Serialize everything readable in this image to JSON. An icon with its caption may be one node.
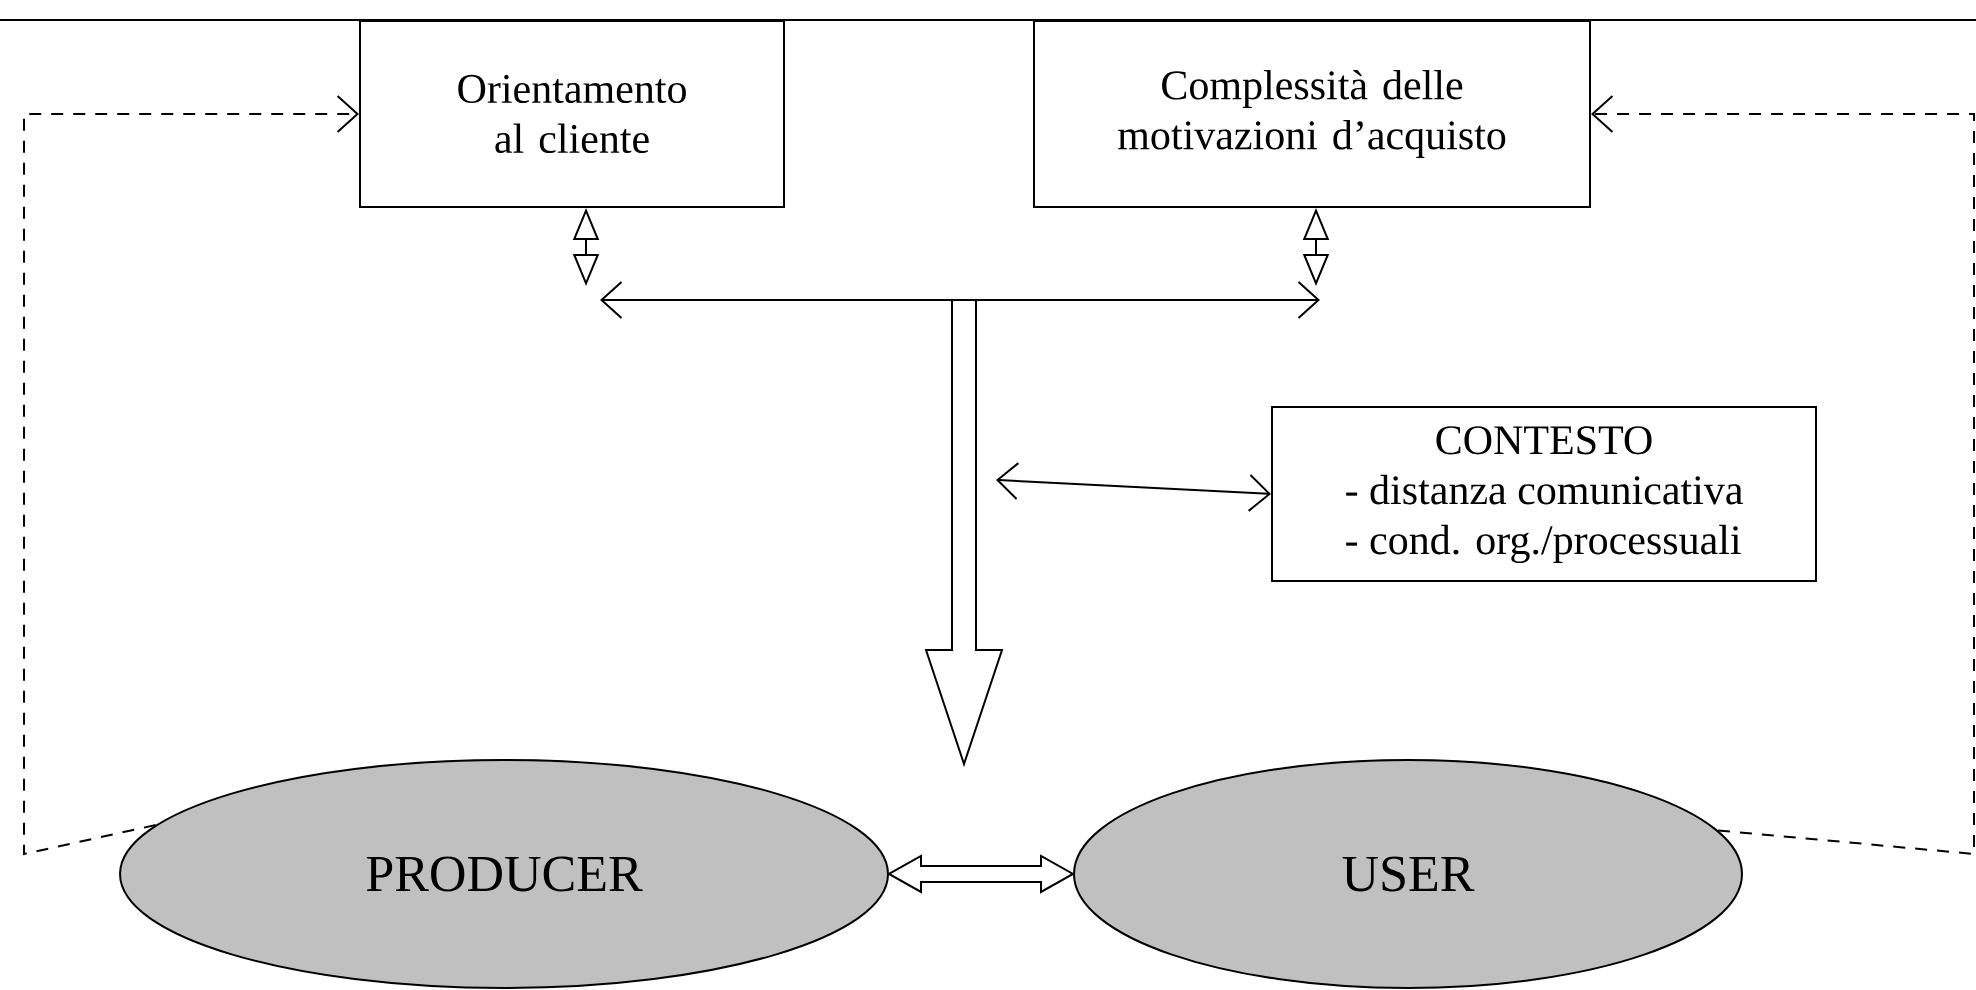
{
  "diagram": {
    "nodes": [
      {
        "text": [
          "Orientamento al cliente"
        ]
      },
      {
        "text": [
          "Complessità delle motivazioni d’acquisto"
        ]
      },
      {
        "text": [
          "CONTESTO",
          "- distanza comunicativa",
          "- cond. org./processuali"
        ]
      },
      {
        "text": [
          "PRODUCER"
        ]
      },
      {
        "text": [
          "USER"
        ]
      }
    ],
    "edges": [
      {
        "from": 0,
        "to": null,
        "arrow": "both"
      },
      {
        "from": 1,
        "to": null,
        "arrow": "both"
      },
      {
        "from": 2,
        "to": null,
        "arrow": "both"
      },
      {
        "from": 3,
        "to": 4,
        "arrow": "both"
      },
      {
        "from": 3,
        "to": 0,
        "arrow": "to",
        "style": "dashed"
      },
      {
        "from": 4,
        "to": 1,
        "arrow": "to",
        "style": "dashed"
      }
    ]
  }
}
